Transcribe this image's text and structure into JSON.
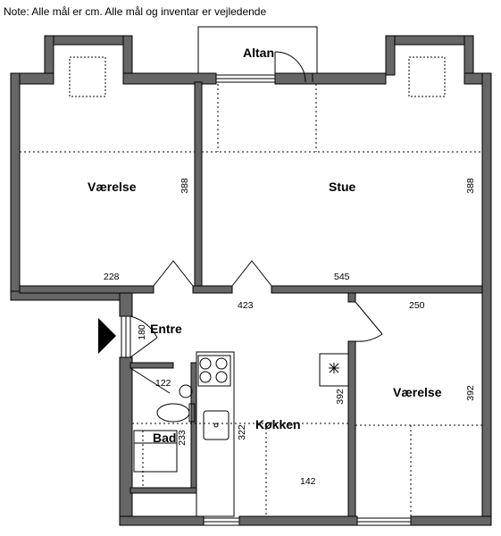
{
  "note": "Note: Alle mål er cm. Alle mål og inventar er vejledende",
  "rooms": {
    "altan": "Altan",
    "vaerelse_left": "Værelse",
    "stue": "Stue",
    "entre": "Entre",
    "koekken": "Køkken",
    "bad": "Bad",
    "vaerelse_right": "Værelse"
  },
  "dimensions": {
    "vaerelse_left_height": "388",
    "vaerelse_left_width": "228",
    "stue_height": "388",
    "stue_width": "545",
    "hall_width": "423",
    "vaerelse_right_width": "250",
    "entre_height": "180",
    "bad_width": "122",
    "bad_height": "233",
    "koekken_height": "322",
    "koekken_width": "142",
    "vaerelse_right_left": "392",
    "vaerelse_right_height": "392"
  },
  "colors": {
    "wall": "#666666",
    "wall_outline": "#000000",
    "background": "#ffffff"
  }
}
